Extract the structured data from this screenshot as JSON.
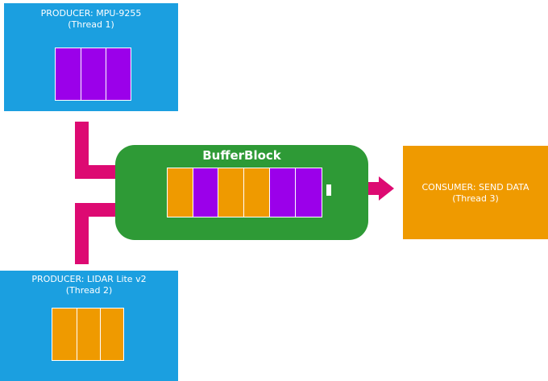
{
  "producers": [
    {
      "title": "PRODUCER: MPU-9255",
      "subtitle": "(Thread 1)"
    },
    {
      "title": "PRODUCER: LIDAR Lite v2",
      "subtitle": "(Thread 2)"
    }
  ],
  "buffer": {
    "title": "BufferBlock"
  },
  "consumer": {
    "title": "CONSUMER: SEND DATA",
    "subtitle": "(Thread 3)"
  },
  "colors": {
    "producer_bg": "#1b9fe0",
    "buffer_bg": "#2e9a36",
    "consumer_bg": "#ef9a00",
    "arrow": "#dd0a72",
    "purple_item": "#9b00ea",
    "orange_item": "#ef9a00"
  }
}
